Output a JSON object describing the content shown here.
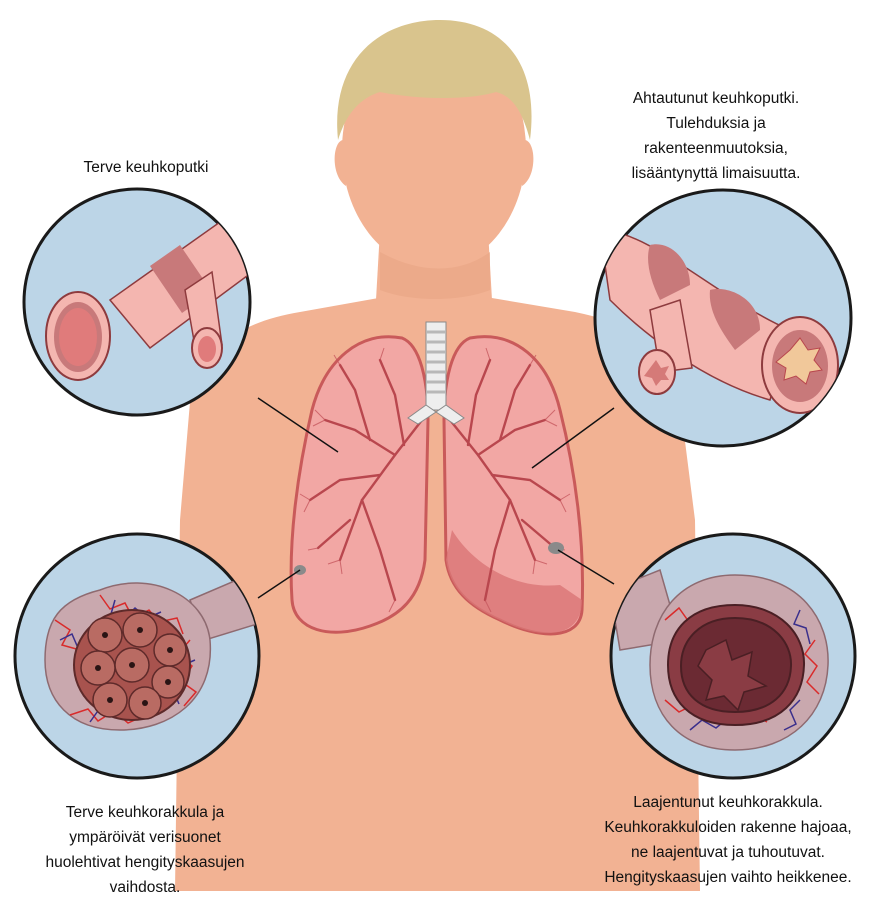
{
  "labels": {
    "healthy_bronchus": [
      "Terve keuhkoputki"
    ],
    "narrowed_bronchus": [
      "Ahtautunut keuhkoputki.",
      "Tulehduksia ja",
      "rakenteenmuutoksia,",
      "lisääntynyttä limaisuutta."
    ],
    "healthy_alveolus": [
      "Terve keuhkorakkula ja",
      "ympäröivät verisuonet",
      "huolehtivat hengityskaasujen",
      "vaihdosta."
    ],
    "enlarged_alveolus": [
      "Laajentunut keuhkorakkula.",
      "Keuhkorakkuloiden rakenne hajoaa,",
      "ne laajentuvat ja tuhoutuvat.",
      "Hengityskaasujen vaihto heikkenee."
    ]
  },
  "colors": {
    "skin": "#f2b293",
    "hair": "#d9c48d",
    "circle_bg": "#bcd5e7",
    "lung": "#f2a7a4",
    "lung_dark": "#c95a5a",
    "airway": "#f4b6b0",
    "airway_ring": "#c8797a",
    "vessel_red": "#d92b2b",
    "vessel_blue": "#3a2f8c"
  }
}
